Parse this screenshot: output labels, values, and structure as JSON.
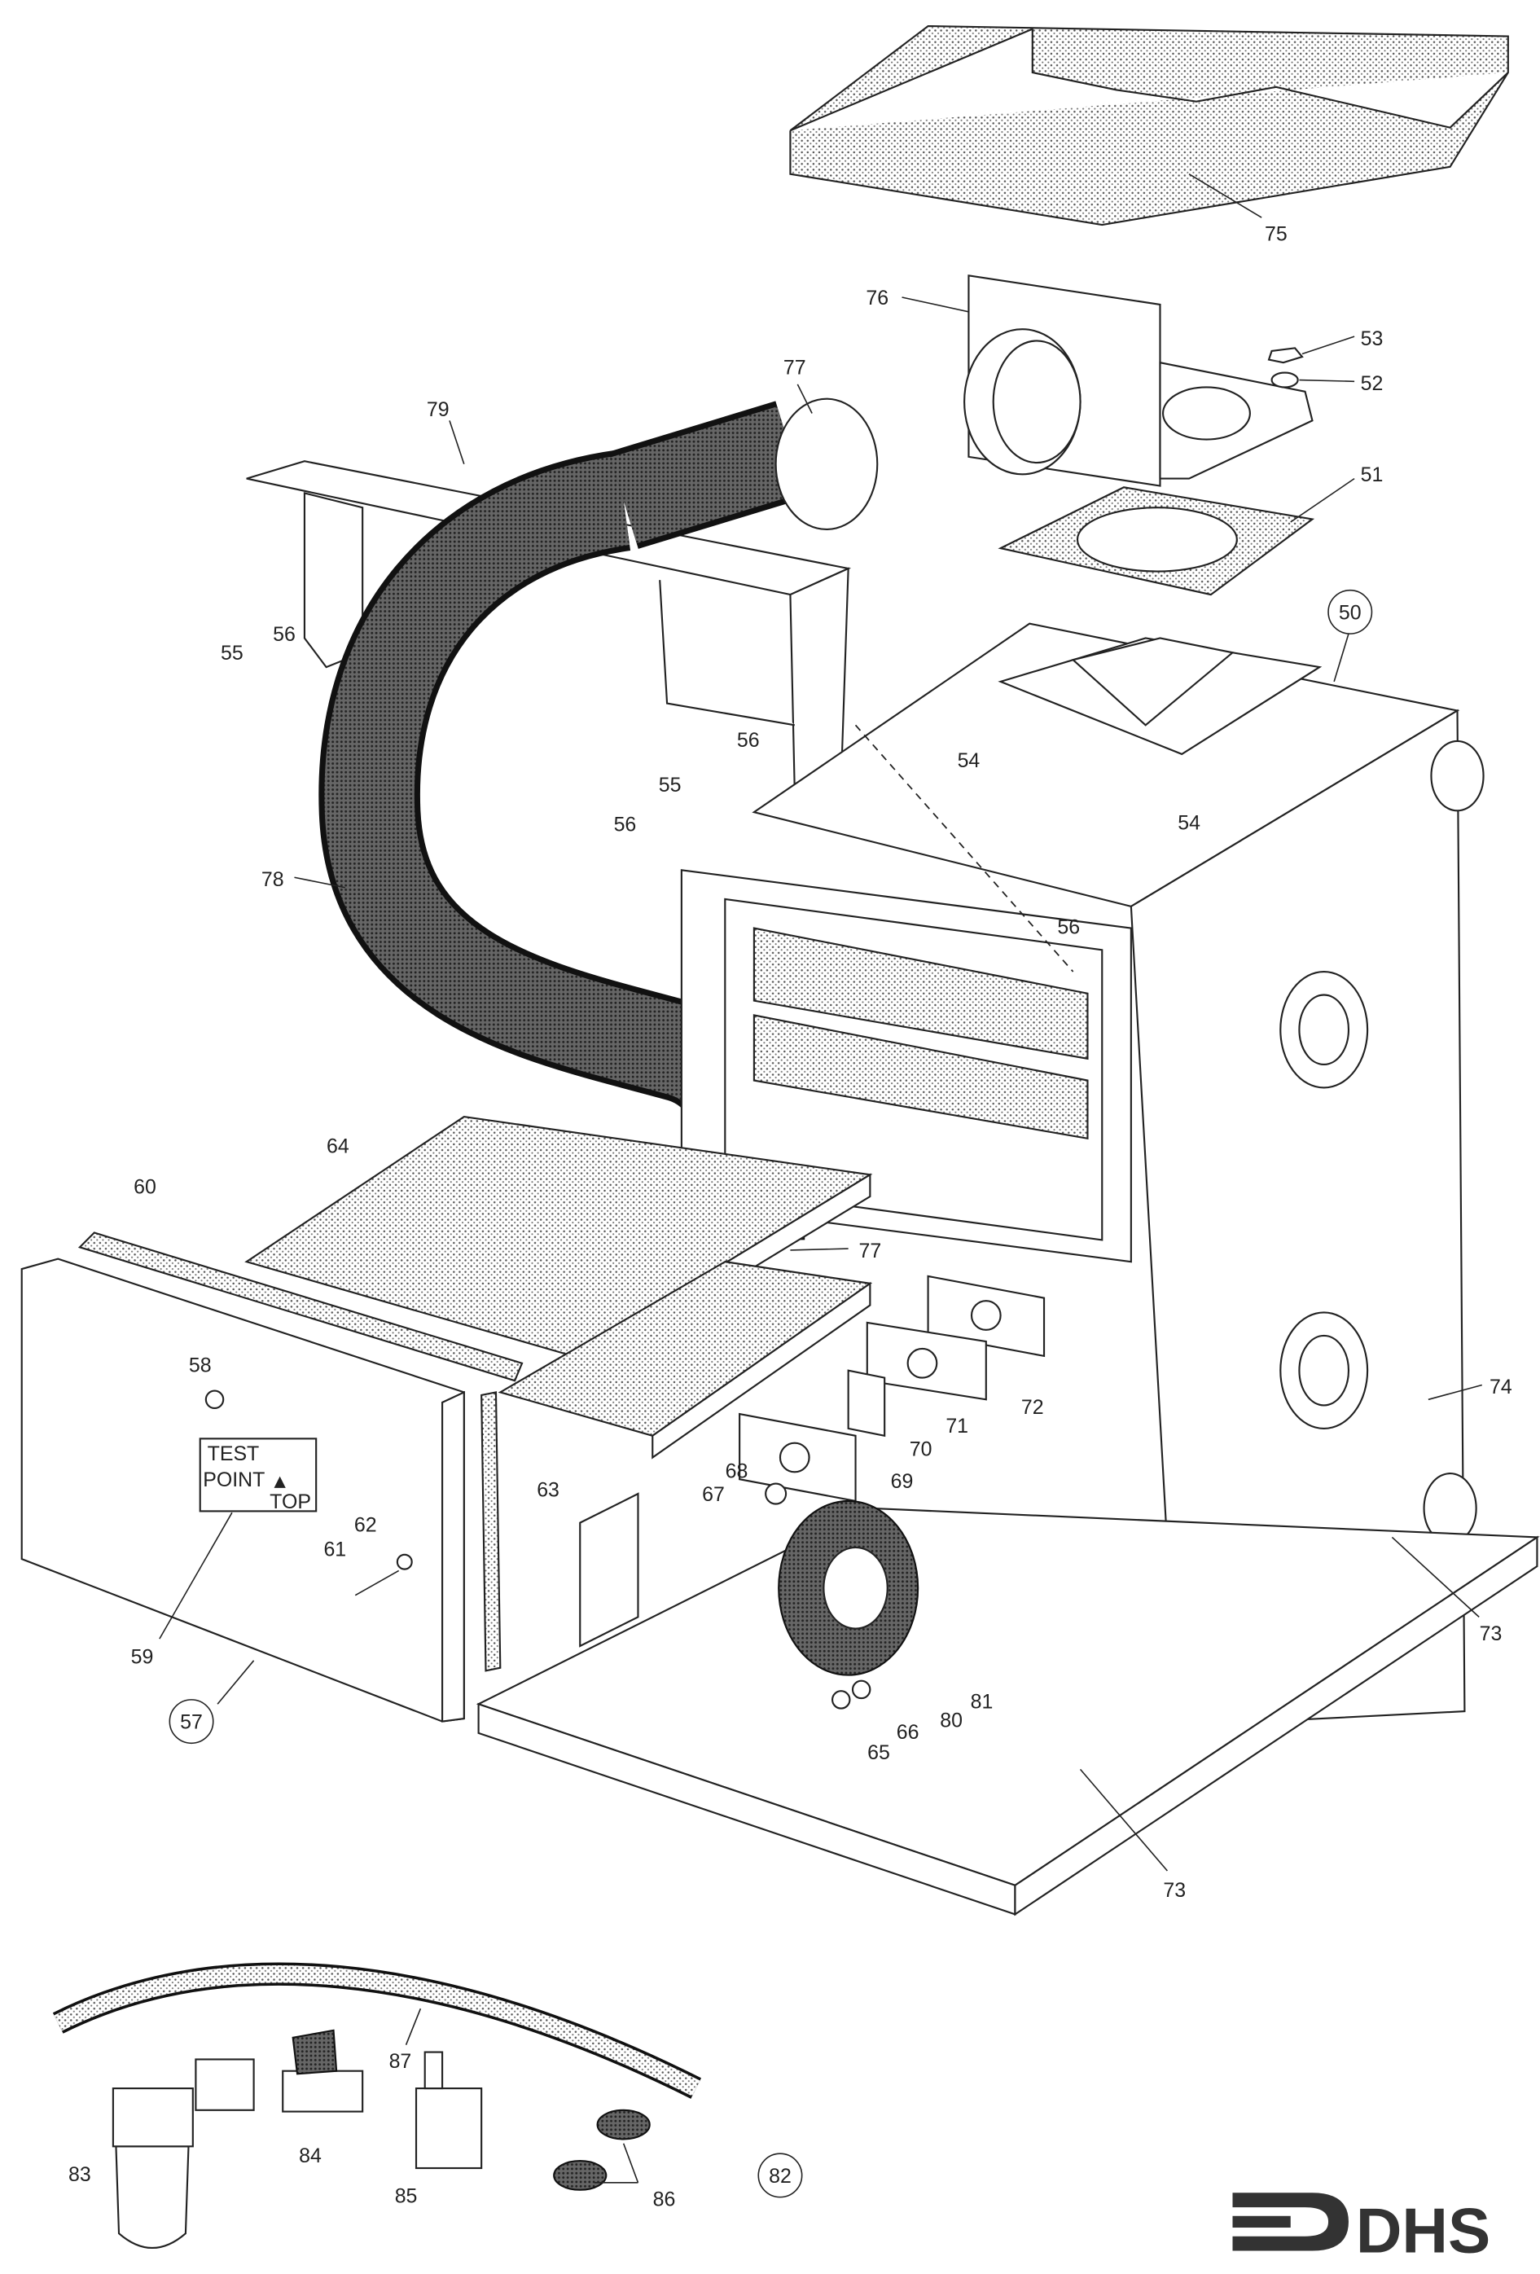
{
  "diagram": {
    "type": "exploded-parts-diagram",
    "labels": [
      "75",
      "76",
      "53",
      "52",
      "77",
      "79",
      "51",
      "50",
      "55",
      "56",
      "54",
      "56",
      "55",
      "56",
      "54",
      "78",
      "56",
      "64",
      "60",
      "77",
      "58",
      "74",
      "72",
      "71",
      "70",
      "69",
      "68",
      "67",
      "63",
      "62",
      "61",
      "73",
      "59",
      "81",
      "80",
      "66",
      "65",
      "57",
      "73",
      "87",
      "84",
      "83",
      "85",
      "86",
      "82"
    ],
    "panel_text": {
      "test": "TEST",
      "point": "POINT",
      "top": "TOP"
    },
    "logo_text": "DHS"
  }
}
